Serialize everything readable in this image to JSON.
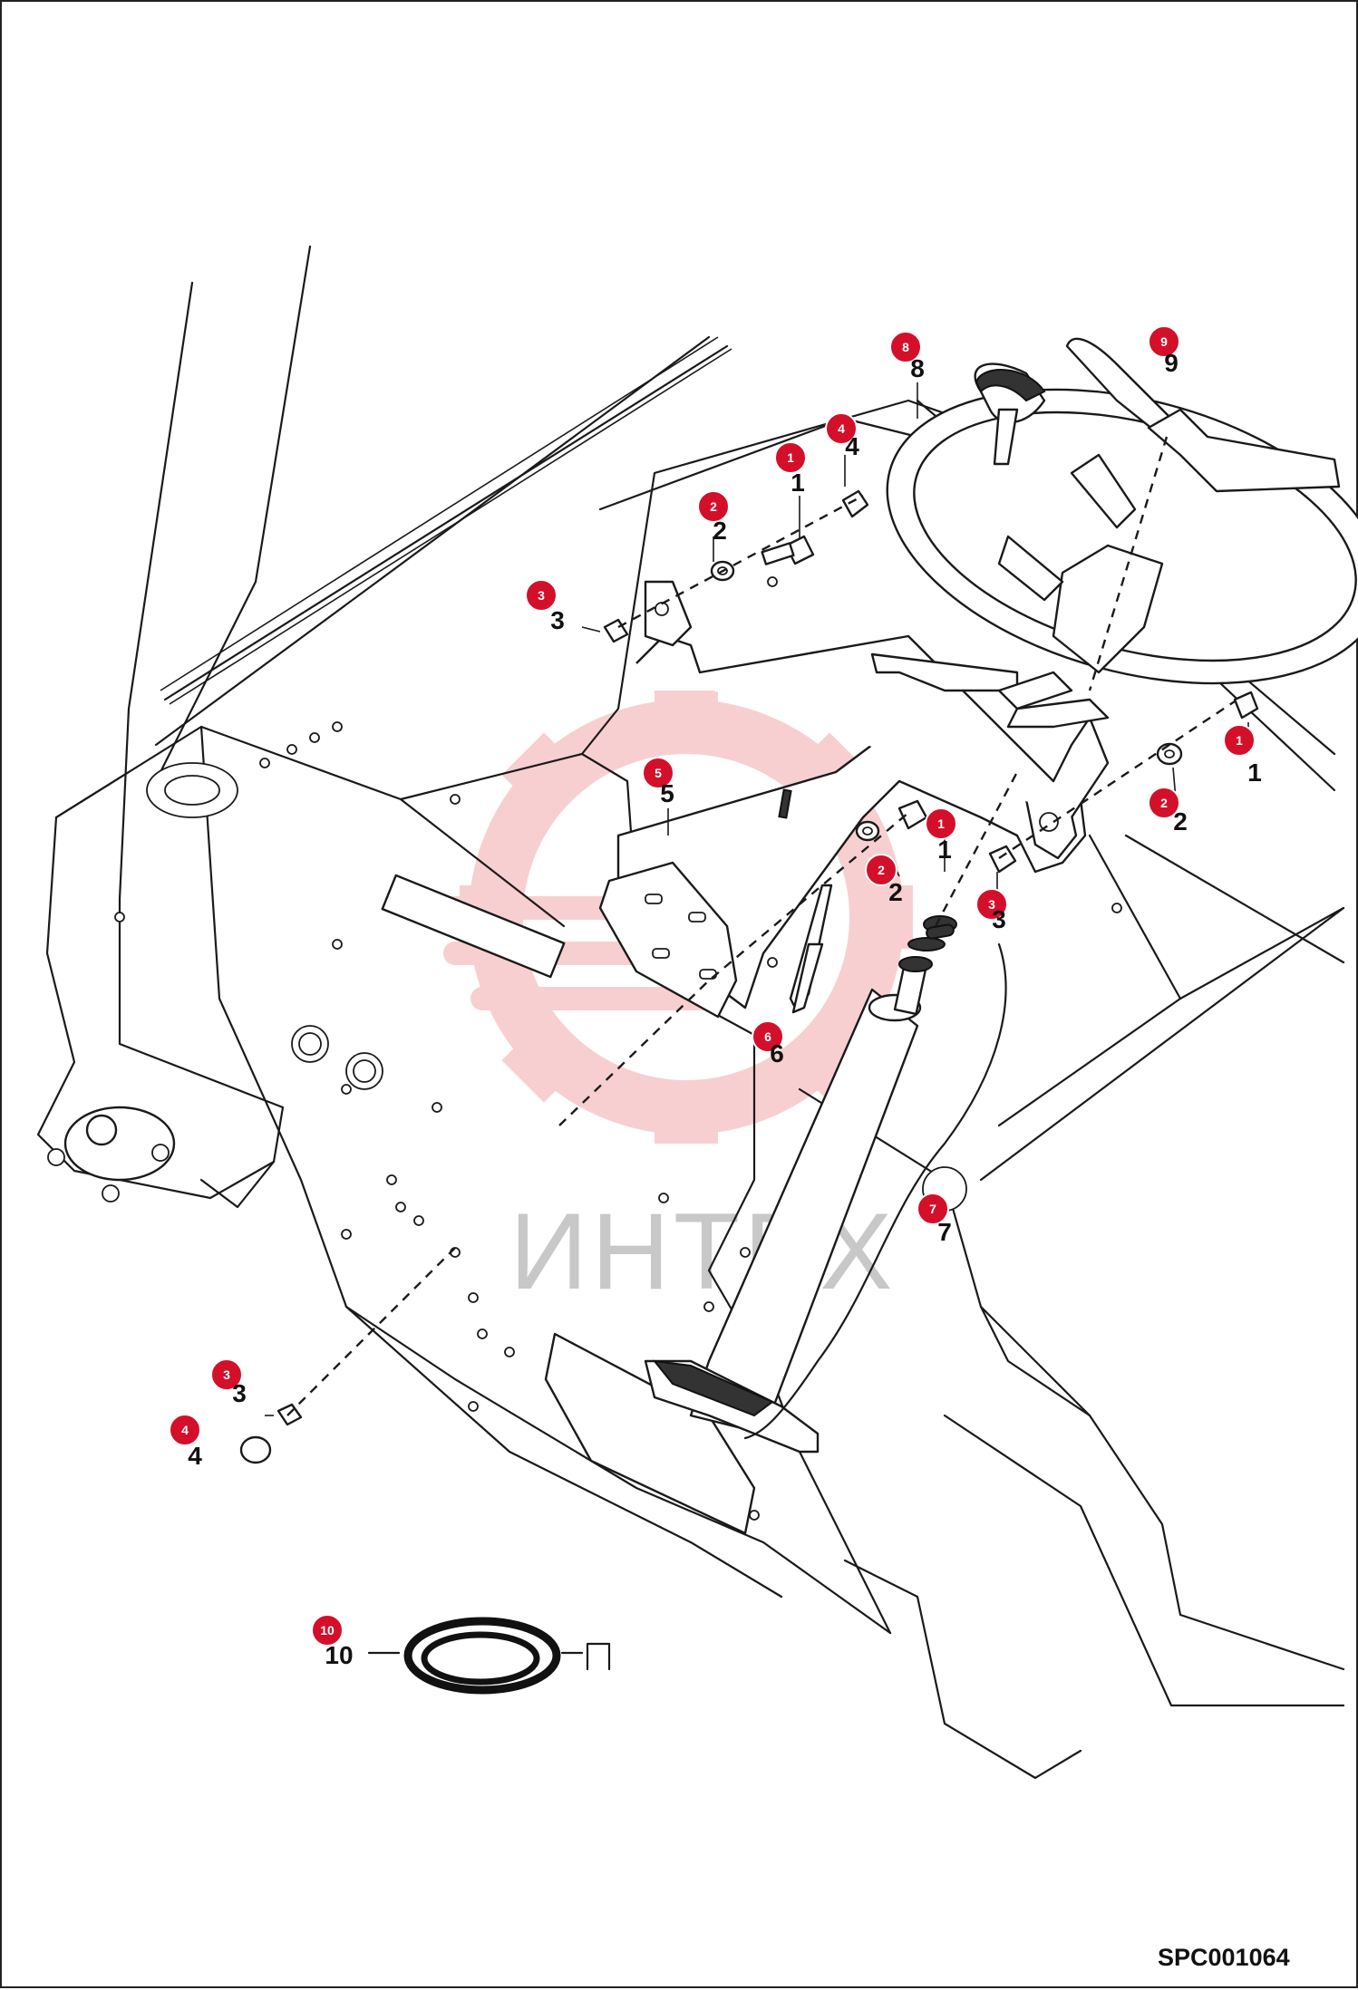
{
  "drawing_code": "SPC001064",
  "watermark": {
    "text": "ИНТЕХ",
    "colors": {
      "gear": "#f4b9bc",
      "text": "#c8c8c8"
    }
  },
  "accent_color": "#d40f2a",
  "callouts": [
    {
      "id": "c1a",
      "pin": "1",
      "label": "1"
    },
    {
      "id": "c2a",
      "pin": "2",
      "label": "2"
    },
    {
      "id": "c3a",
      "pin": "3",
      "label": "3"
    },
    {
      "id": "c4a",
      "pin": "4",
      "label": "4"
    },
    {
      "id": "c8",
      "pin": "8",
      "label": "8"
    },
    {
      "id": "c9",
      "pin": "9",
      "label": "9"
    },
    {
      "id": "c1b",
      "pin": "1",
      "label": "1"
    },
    {
      "id": "c2b",
      "pin": "2",
      "label": "2"
    },
    {
      "id": "c5",
      "pin": "5",
      "label": "5"
    },
    {
      "id": "c1c",
      "pin": "1",
      "label": "1"
    },
    {
      "id": "c2c",
      "pin": "2",
      "label": "2"
    },
    {
      "id": "c3c",
      "pin": "3",
      "label": "3"
    },
    {
      "id": "c6",
      "pin": "6",
      "label": "6"
    },
    {
      "id": "c7",
      "pin": "7",
      "label": "7"
    },
    {
      "id": "c3d",
      "pin": "3",
      "label": "3"
    },
    {
      "id": "c4d",
      "pin": "4",
      "label": "4"
    },
    {
      "id": "c10",
      "pin": "10",
      "label": "10"
    }
  ]
}
